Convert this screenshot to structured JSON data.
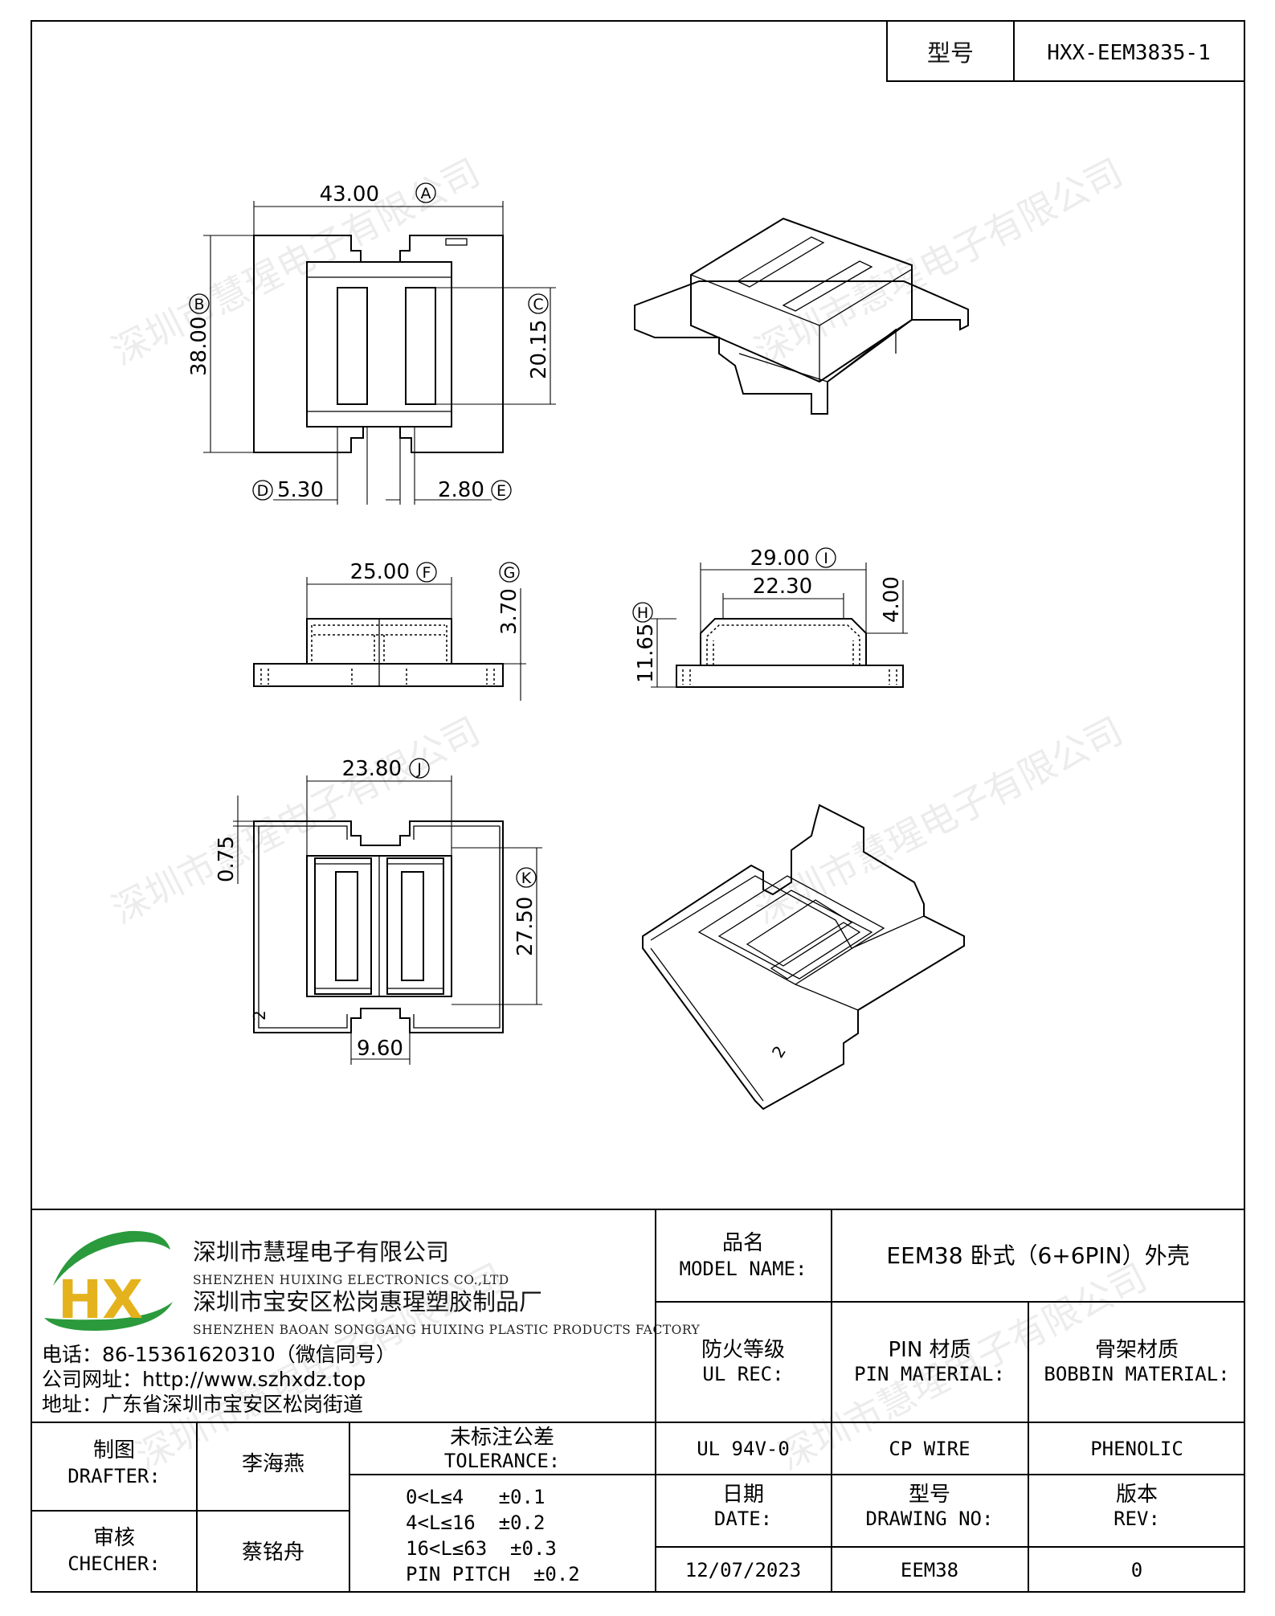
{
  "header": {
    "model_label": "型号",
    "model_value": "HXX-EEM3835-1"
  },
  "dimensions": {
    "a": {
      "value": "43.00",
      "tag": "A"
    },
    "b": {
      "value": "38.00",
      "tag": "B"
    },
    "c": {
      "value": "20.15",
      "tag": "C"
    },
    "d": {
      "value": "5.30",
      "tag": "D"
    },
    "e": {
      "value": "2.80",
      "tag": "E"
    },
    "f": {
      "value": "25.00",
      "tag": "F"
    },
    "g": {
      "value": "3.70",
      "tag": "G"
    },
    "h": {
      "value": "11.65",
      "tag": "H"
    },
    "i": {
      "value": "29.00",
      "tag": "I"
    },
    "i_inner": {
      "value": "22.30"
    },
    "i_height": {
      "value": "4.00"
    },
    "j": {
      "value": "23.80",
      "tag": "J"
    },
    "j_side": {
      "value": "0.75"
    },
    "k": {
      "value": "27.50",
      "tag": "K"
    },
    "bottom_gap": {
      "value": "9.60"
    },
    "pin_mark": "2"
  },
  "watermark": "深圳市慧瑆电子有限公司",
  "company": {
    "logo_text": "HX",
    "name_cn": "深圳市慧瑆电子有限公司",
    "name_en": "SHENZHEN HUIXING ELECTRONICS CO.,LTD",
    "factory_cn": "深圳市宝安区松岗惠瑆塑胶制品厂",
    "factory_en": "SHENZHEN BAOAN SONGGANG HUIXING PLASTIC PRODUCTS FACTORY",
    "phone": "电话：86-15361620310（微信同号）",
    "website": "公司网址：http://www.szhxdz.top",
    "address": "地址：广东省深圳市宝安区松岗街道"
  },
  "title_block": {
    "model_name_cn": "品名",
    "model_name_en": "MODEL NAME:",
    "model_name_value": "EEM38 卧式（6+6PIN）外壳",
    "fire_cn": "防火等级",
    "fire_en": "UL REC:",
    "fire_value": "UL 94V-0",
    "pin_cn": "PIN 材质",
    "pin_en": "PIN MATERIAL:",
    "pin_value": "CP WIRE",
    "bobbin_cn": "骨架材质",
    "bobbin_en": "BOBBIN MATERIAL:",
    "bobbin_value": "PHENOLIC",
    "drafter_cn": "制图",
    "drafter_en": "DRAFTER:",
    "drafter_value": "李海燕",
    "checker_cn": "审核",
    "checker_en": "CHECHER:",
    "checker_value": "蔡铭舟",
    "tolerance_cn": "未标注公差",
    "tolerance_en": "TOLERANCE:",
    "tolerance_lines": [
      "0<L≤4   ±0.1",
      "4<L≤16  ±0.2",
      "16<L≤63  ±0.3",
      "PIN PITCH  ±0.2"
    ],
    "date_cn": "日期",
    "date_en": "DATE:",
    "date_value": "12/07/2023",
    "drawing_no_cn": "型号",
    "drawing_no_en": "DRAWING NO:",
    "drawing_no_value": "EEM38",
    "rev_cn": "版本",
    "rev_en": "REV:",
    "rev_value": "0"
  }
}
